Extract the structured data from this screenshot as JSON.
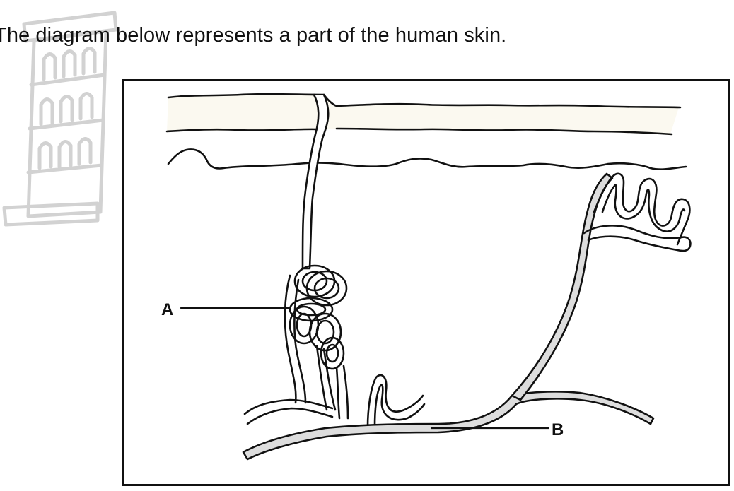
{
  "question": {
    "text": "The diagram below represents a part of the human skin."
  },
  "diagram": {
    "labels": {
      "a": "A",
      "b": "B"
    }
  },
  "watermark": {
    "icon": "leaning-tower-icon"
  },
  "colors": {
    "ink": "#111111",
    "watermark": "#d2d2d2",
    "vessel_fill": "#dddddd",
    "epidermis_fill": "#fbf9f0"
  }
}
